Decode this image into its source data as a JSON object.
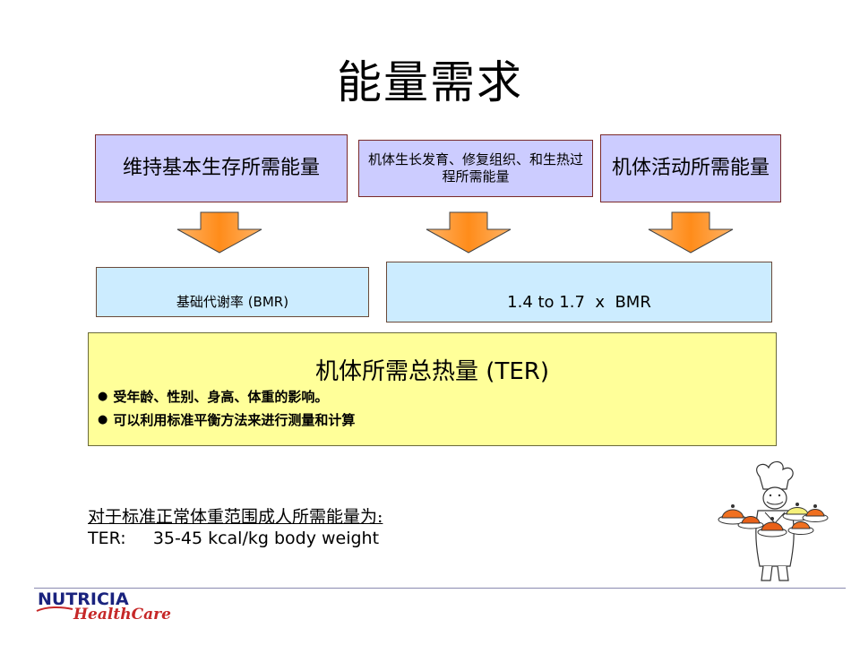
{
  "slide": {
    "title": "能量需求",
    "boxes": {
      "maintenance": "维持基本生存所需能量",
      "growth": "机体生长发育、修复组织、和生热过程所需能量",
      "activity": "机体活动所需能量"
    },
    "bmr_box": "基础代谢率 (BMR)",
    "multiplier_box": "1.4 to 1.7  x  BMR",
    "ter": {
      "title": "机体所需总热量 (TER)",
      "bullets": [
        "受年龄、性别、身高、体重的影响。",
        "可以利用标准平衡方法来进行测量和计算"
      ]
    },
    "range_label": "对于标准正常体重范围成人所需能量为:",
    "ter_line": "TER:     35-45 kcal/kg body weight"
  },
  "footer": {
    "logo_main": "NUTRICIA",
    "logo_sub": "HealthCare"
  },
  "colors": {
    "top_box": "#ccccff",
    "blue_box": "#ccecff",
    "ter_box": "#ffff99",
    "arrow": "#ff9933",
    "logo_blue": "#1a237e",
    "logo_red": "#c62828"
  },
  "icons": {
    "arrows": "down-arrow-icon",
    "illustration": "chef-with-dishes-illustration"
  }
}
